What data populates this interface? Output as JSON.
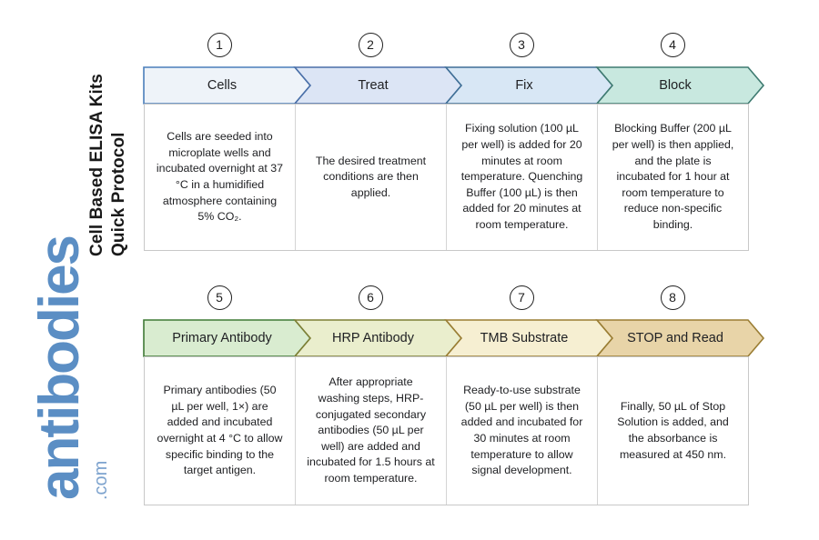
{
  "title": {
    "line1": "Cell Based ELISA Kits",
    "line2": "Quick Protocol"
  },
  "logo": {
    "name": "antibodies",
    "tld": ".com",
    "color": "#5b8ec4"
  },
  "rows": [
    {
      "steps": [
        {
          "number": "1",
          "label": "Cells",
          "fill": "#eef3f9",
          "stroke": "#4a7ebb",
          "text": "Cells are seeded into microplate wells and incubated overnight at 37 °C in a humidified atmosphere containing 5% CO₂."
        },
        {
          "number": "2",
          "label": "Treat",
          "fill": "#dce5f5",
          "stroke": "#4a6fa8",
          "text": "The desired treatment conditions are then applied."
        },
        {
          "number": "3",
          "label": "Fix",
          "fill": "#d8e7f5",
          "stroke": "#3f6f96",
          "text": "Fixing solution (100 µL per well) is added for 20 minutes at room temperature. Quenching Buffer (100 µL) is then added for 20 minutes at room temperature."
        },
        {
          "number": "4",
          "label": "Block",
          "fill": "#c8e8df",
          "stroke": "#3e7a70",
          "text": "Blocking Buffer (200 µL per well) is then applied, and the plate is incubated for 1 hour at room temperature to reduce non-specific binding."
        }
      ]
    },
    {
      "steps": [
        {
          "number": "5",
          "label": "Primary Antibody",
          "fill": "#d9ecd0",
          "stroke": "#3f7a35",
          "text": "Primary antibodies (50 µL per well, 1×) are added and incubated overnight at 4 °C to allow specific binding to the target antigen."
        },
        {
          "number": "6",
          "label": "HRP Antibody",
          "fill": "#eaeecd",
          "stroke": "#7d7f35",
          "text": "After appropriate washing steps, HRP-conjugated secondary antibodies (50 µL per well) are added and incubated for 1.5 hours at room temperature."
        },
        {
          "number": "7",
          "label": "TMB Substrate",
          "fill": "#f6efd2",
          "stroke": "#9a7d33",
          "text": "Ready-to-use substrate (50 µL per well) is then added and incubated for 30 minutes at room temperature to allow signal development."
        },
        {
          "number": "8",
          "label": "STOP and Read",
          "fill": "#e8d4a8",
          "stroke": "#9a7d33",
          "text": "Finally, 50 µL of Stop Solution is added, and the absorbance is measured at 450 nm."
        }
      ]
    }
  ]
}
